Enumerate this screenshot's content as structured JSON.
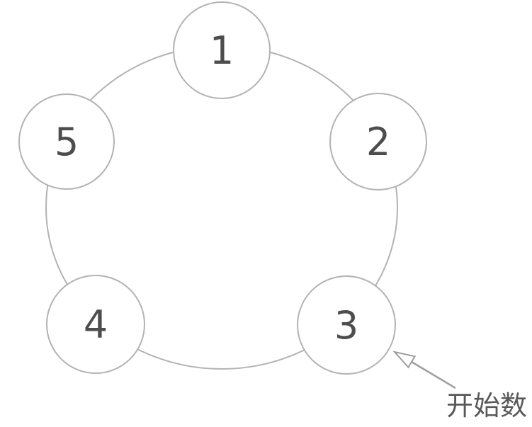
{
  "diagram": {
    "type": "cycle-circle-diagram",
    "description": "Five numbered circles arranged on a ring, counting circle",
    "nodes": [
      {
        "id": 1,
        "label": "1"
      },
      {
        "id": 2,
        "label": "2"
      },
      {
        "id": 3,
        "label": "3"
      },
      {
        "id": 4,
        "label": "4"
      },
      {
        "id": 5,
        "label": "5"
      }
    ],
    "annotation": {
      "label": "开始数",
      "points_to_node": "3"
    },
    "colors": {
      "background": "#ffffff",
      "node_fill": "#ffffff",
      "node_stroke": "#b3b3b3",
      "ring_stroke": "#b3b3b3",
      "number_text": "#4d4d4d",
      "arrow": "#9e9e9e",
      "annotation_text": "#595959"
    }
  }
}
